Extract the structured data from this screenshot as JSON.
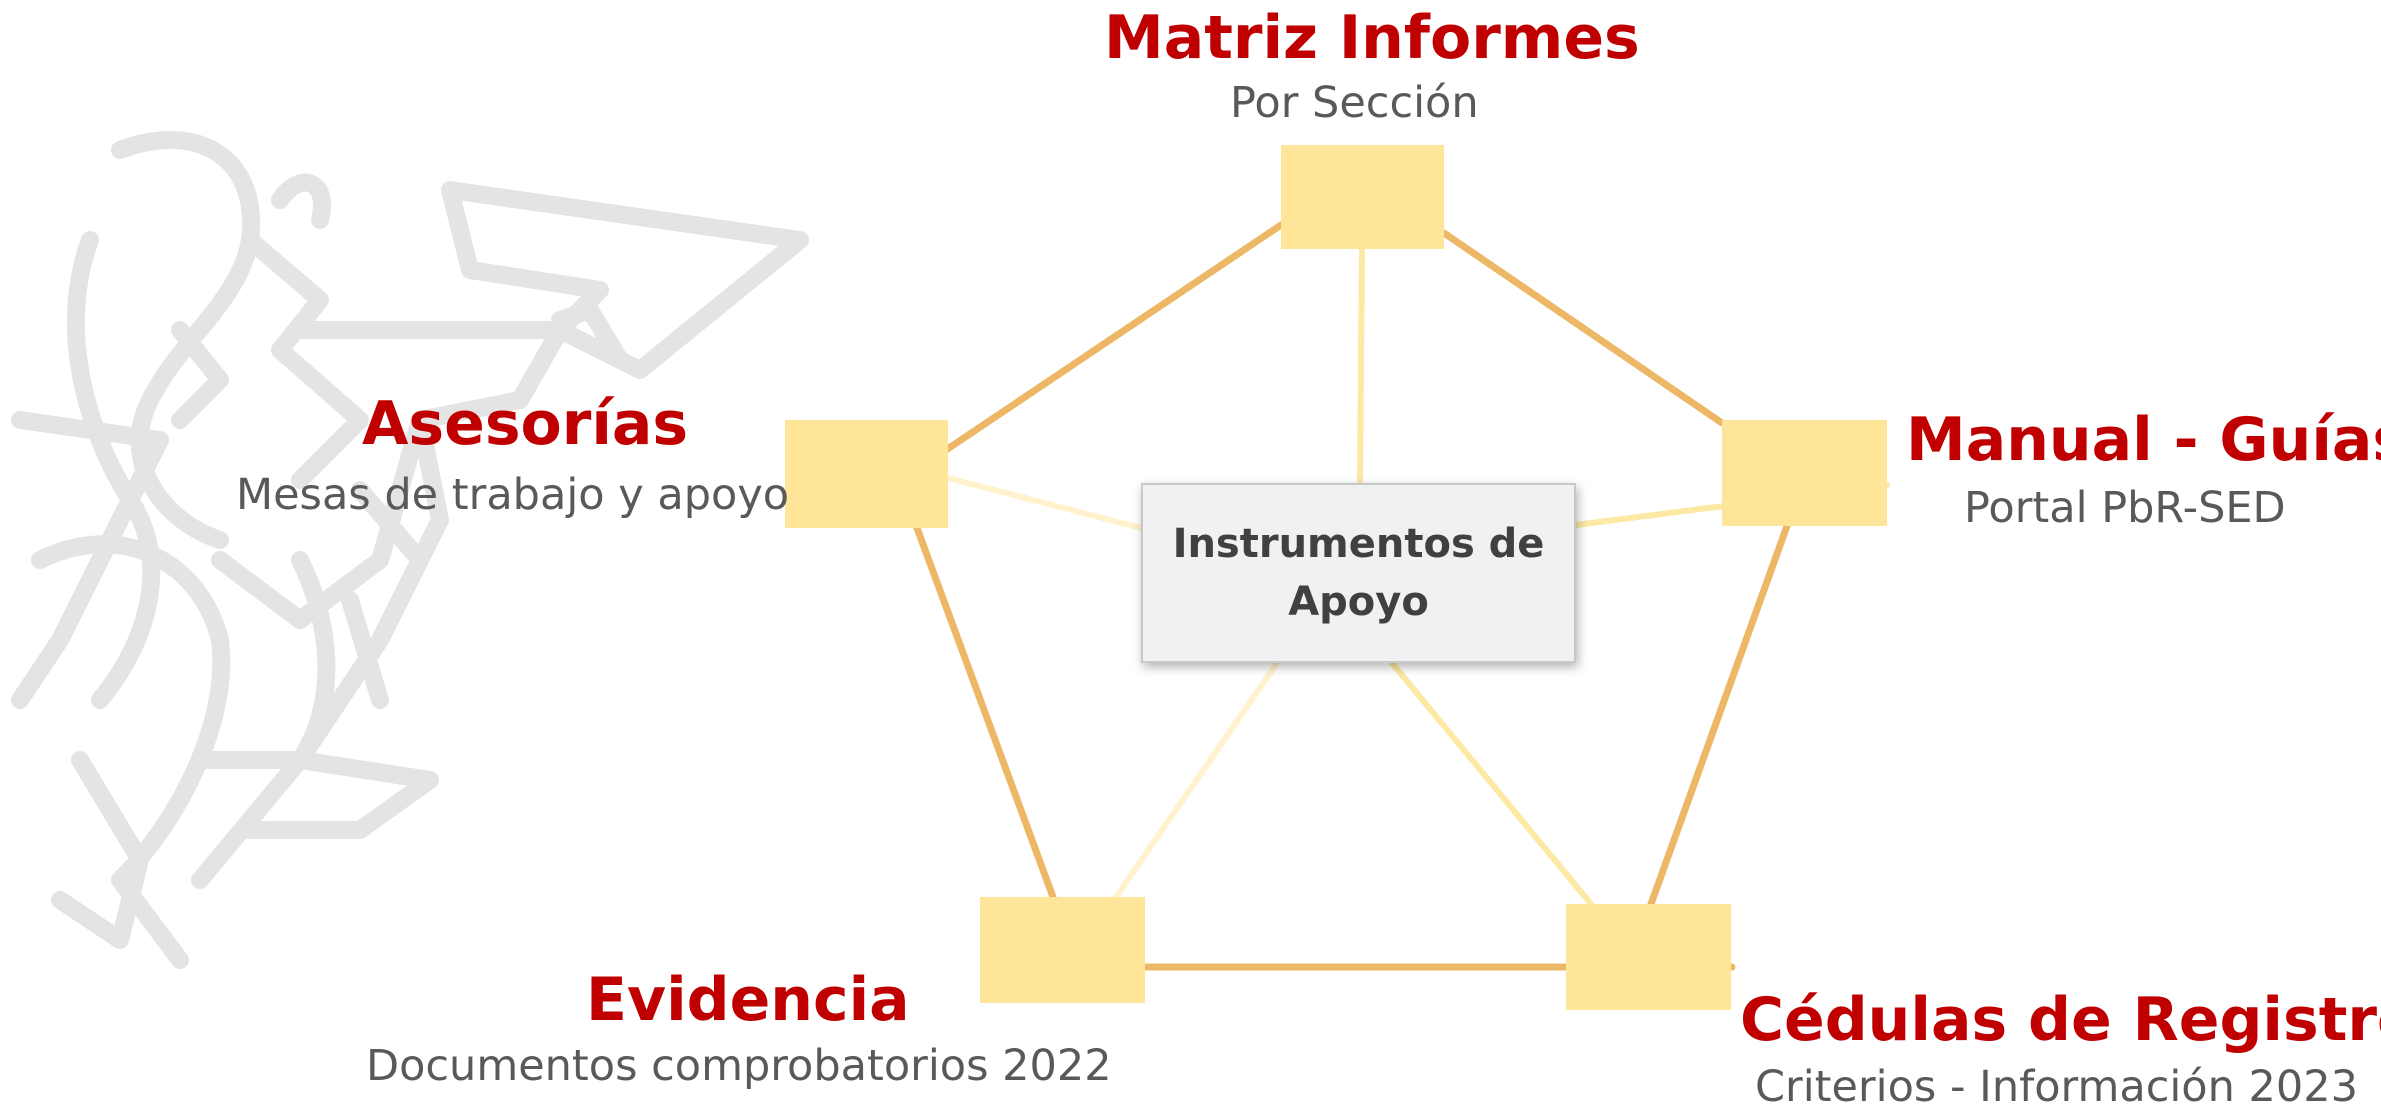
{
  "colors": {
    "title": "#c00000",
    "subtitle": "#595959",
    "node_fill": "#fee599",
    "outer_edge": "#ecb865",
    "spoke_edge": "#fde9a3",
    "spoke_edge_light": "#fff2cc",
    "center_text": "#404040",
    "watermark": "#e4e4e4"
  },
  "center": {
    "label": "Instrumentos de Apoyo"
  },
  "nodes": [
    {
      "id": "matriz",
      "title": "Matriz Informes",
      "subtitle": "Por Sección"
    },
    {
      "id": "manual",
      "title": "Manual - Guías",
      "subtitle": "Portal PbR-SED"
    },
    {
      "id": "cedulas",
      "title": "Cédulas de Registro",
      "subtitle": "Criterios - Información 2023"
    },
    {
      "id": "evidencia",
      "title": "Evidencia",
      "subtitle": "Documentos comprobatorios 2022"
    },
    {
      "id": "asesorias",
      "title": "Asesorías",
      "subtitle": "Mesas de trabajo y apoyo"
    }
  ],
  "watermark": {
    "icon": "institutional-logo-outline"
  }
}
